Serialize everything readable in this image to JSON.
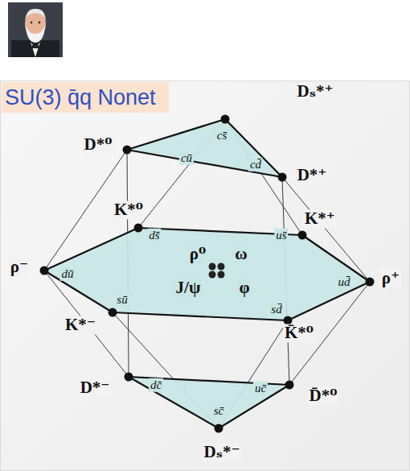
{
  "diagram": {
    "title": "SU(3) q̄q Nonet",
    "labels": [
      "Dₛ*⁺",
      "D*⁰",
      "cs̄",
      "cū",
      "cd̄",
      "D*⁺",
      "K*⁰",
      "K*⁺",
      "ds̄",
      "us̄",
      "ρ⁰",
      "ω",
      "ρ⁻",
      "dū",
      "ud̄",
      "ρ⁺",
      "J/ψ",
      "φ",
      "sū",
      "sd̄",
      "K*⁻",
      "K̄*⁰",
      "D*⁻",
      "dc̄",
      "uc̄",
      "sc̄",
      "D̄*⁰",
      "Dₛ*⁻"
    ]
  }
}
